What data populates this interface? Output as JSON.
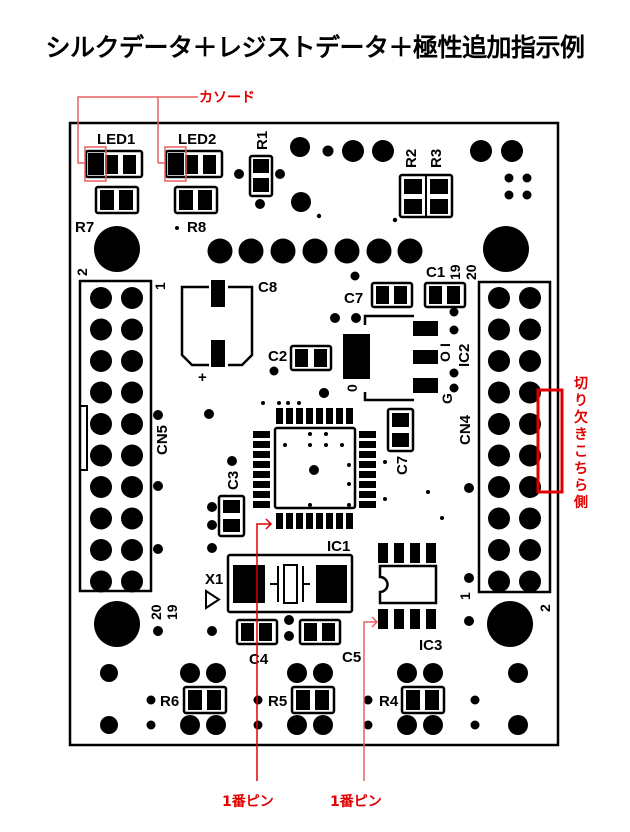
{
  "title": "シルクデータ＋レジストデータ＋極性追加指示例",
  "annotations": {
    "cathode": "カソード",
    "notch_side": "切り欠きこちら側",
    "pin1_left": "1番ピン",
    "pin1_right": "1番ピン"
  },
  "colors": {
    "annotation": "#e00000",
    "silk": "#000000",
    "board": "#ffffff"
  },
  "components": {
    "led1": "LED1",
    "led2": "LED2",
    "r1": "R1",
    "r2": "R2",
    "r3": "R3",
    "r4": "R4",
    "r5": "R5",
    "r6": "R6",
    "r7": "R7",
    "r8": "R8",
    "c1": "C1",
    "c2": "C2",
    "c3": "C3",
    "c4": "C4",
    "c5": "C5",
    "c7a": "C7",
    "c7b": "C7",
    "c8": "C8",
    "ic1": "IC1",
    "ic2": "IC2",
    "ic3": "IC3",
    "cn4": "CN4",
    "cn5": "CN5",
    "x1": "X1"
  },
  "pin_labels": {
    "cn5_pin1": "1",
    "cn5_pin2": "2",
    "cn5_pin19": "19",
    "cn5_pin20": "20",
    "cn4_pin1": "1",
    "cn4_pin2": "2",
    "cn4_pin19": "19",
    "cn4_pin20": "20",
    "ic2_i": "I",
    "ic2_o1": "O",
    "ic2_o2": "0",
    "ic2_g": "G",
    "c8_plus": "+"
  }
}
